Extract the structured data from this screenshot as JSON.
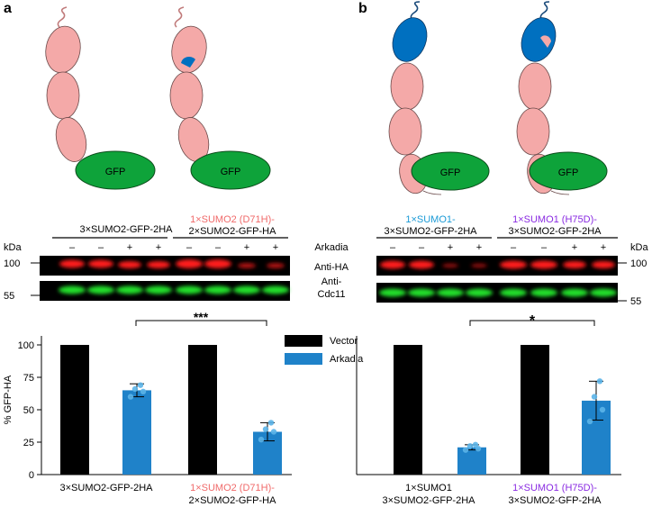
{
  "panels": {
    "a": {
      "label": "a",
      "diagram_label": "GFP",
      "group1_label": "3×SUMO2-GFP-2HA",
      "group2_label_line1": "1×SUMO2 (D71H)-",
      "group2_label_line2": "2×SUMO2-GFP-HA",
      "arkadia_signs": [
        "–",
        "–",
        "+",
        "+",
        "–",
        "–",
        "+",
        "+"
      ],
      "arkadia_label": "Arkadia",
      "kda_label": "kDa",
      "marker_100": "100",
      "marker_55": "55",
      "blot_label_ha": "Anti-HA",
      "blot_label_cdc11_line1": "Anti-",
      "blot_label_cdc11_line2": "Cdc11",
      "significance": "***",
      "xlabel_1": "3×SUMO2-GFP-2HA",
      "xlabel_2_line1": "1×SUMO2 (D71H)-",
      "xlabel_2_line2": "2×SUMO2-GFP-HA"
    },
    "b": {
      "label": "b",
      "diagram_label": "GFP",
      "group1_label_line1": "1×SUMO1-",
      "group1_label_line2": "3×SUMO2-GFP-2HA",
      "group2_label_line1": "1×SUMO1 (H75D)-",
      "group2_label_line2": "3×SUMO2-GFP-2HA",
      "arkadia_signs": [
        "–",
        "–",
        "+",
        "+",
        "–",
        "–",
        "+",
        "+"
      ],
      "kda_label": "kDa",
      "marker_100": "100",
      "marker_55": "55",
      "significance": "*",
      "xlabel_1_line1": "1×SUMO1",
      "xlabel_1_line2": "3×SUMO2-GFP-2HA",
      "xlabel_2_line1": "1×SUMO1 (H75D)-",
      "xlabel_2_line2": "3×SUMO2-GFP-2HA"
    }
  },
  "colors": {
    "sumo2": "#f4a9a8",
    "sumo1": "#0070c0",
    "gfp": "#0ea33a",
    "vector": "#000000",
    "arkadia": "#1f82c9",
    "arkadia_dot": "#5bb4e8",
    "highlight_red": "#f06a6a",
    "highlight_blue": "#1a9ad6",
    "highlight_purple": "#8a2be2"
  },
  "chart_data": [
    {
      "type": "bar",
      "panel": "a",
      "ylabel": "% GFP-HA",
      "ylim": [
        0,
        100
      ],
      "yticks": [
        "0",
        "25",
        "50",
        "75",
        "100"
      ],
      "legend": [
        "Vector",
        "Arkadia"
      ],
      "legend_position": "top-right",
      "categories": [
        "3×SUMO2-GFP-2HA",
        "1×SUMO2 (D71H)-2×SUMO2-GFP-HA"
      ],
      "series": [
        {
          "name": "Vector",
          "values": [
            100,
            100
          ]
        },
        {
          "name": "Arkadia",
          "values": [
            65,
            33
          ],
          "errors": [
            5,
            7
          ],
          "points": [
            [
              60,
              64,
              66,
              69
            ],
            [
              27,
              33,
              35,
              40
            ]
          ]
        }
      ]
    },
    {
      "type": "bar",
      "panel": "b",
      "ylim": [
        0,
        100
      ],
      "categories": [
        "1×SUMO1 3×SUMO2-GFP-2HA",
        "1×SUMO1 (H75D)-3×SUMO2-GFP-2HA"
      ],
      "series": [
        {
          "name": "Vector",
          "values": [
            100,
            100
          ]
        },
        {
          "name": "Arkadia",
          "values": [
            21,
            57
          ],
          "errors": [
            2,
            15
          ],
          "points": [
            [
              19,
              20,
              22,
              23
            ],
            [
              41,
              50,
              60,
              72
            ]
          ]
        }
      ]
    }
  ]
}
